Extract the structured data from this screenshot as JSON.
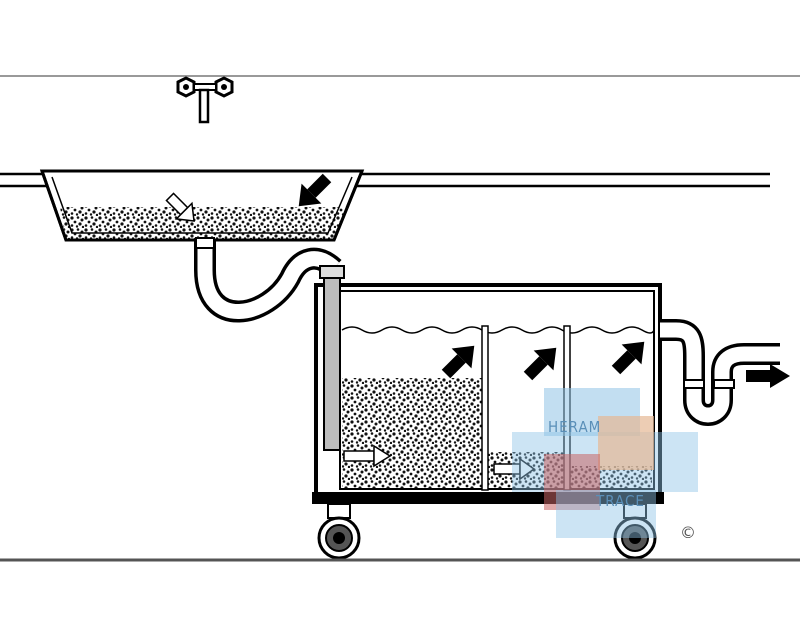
{
  "diagram": {
    "subject": "sink-to-grease-trap-drain-diagram",
    "components": [
      "wall-tap",
      "sink-basin",
      "drain-hose",
      "separator-tank",
      "outlet-trap",
      "wheels"
    ],
    "colors": {
      "line": "#000000",
      "fill": "#ffffff",
      "floor": "#888888",
      "watermark_blue": "#8fc3e6",
      "watermark_peach": "#e6b894",
      "watermark_red": "#c86464"
    }
  },
  "watermark": {
    "line1": "HERAM",
    "line2": "TRACE",
    "copyright": "©"
  }
}
